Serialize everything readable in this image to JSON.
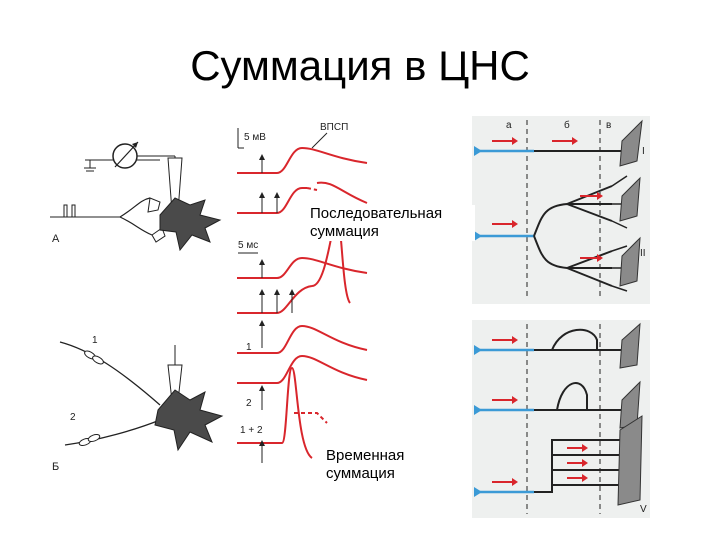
{
  "slide": {
    "title": "Суммация в ЦНС"
  },
  "captions": {
    "sequential": "Последовательная суммация",
    "temporal": "Временная суммация"
  },
  "figure_a": {
    "panel_label": "А",
    "scale_mv": "5 мВ",
    "scale_ms": "5 мс",
    "epsp_label": "ВПСП"
  },
  "figure_b": {
    "panel_label": "Б",
    "input_1": "1",
    "input_2": "2",
    "trace_1": "1",
    "trace_2": "2",
    "trace_sum": "1 + 2"
  },
  "diagram_top": {
    "col_a": "а",
    "col_b": "б",
    "col_c": "в",
    "row_1": "I",
    "row_2": "II"
  },
  "diagram_bottom": {
    "row_5": "V"
  },
  "colors": {
    "trace": "#d9262c",
    "fiber": "#3b9ad6",
    "diagram_bg": "#eef0ef",
    "cell": "#4a4a4a"
  }
}
